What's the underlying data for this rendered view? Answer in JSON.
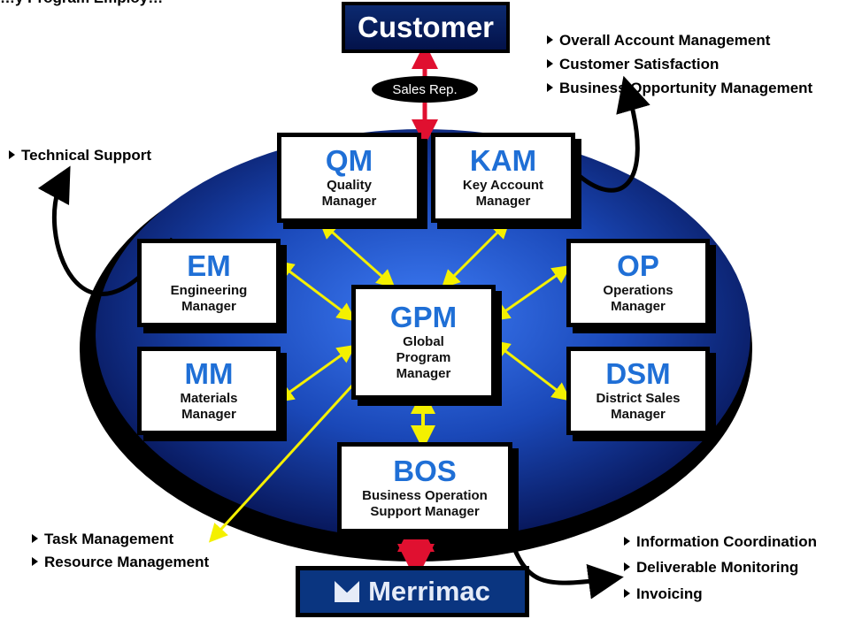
{
  "caption_partial": "…y  Program  Employ…",
  "customer": {
    "label": "Customer"
  },
  "sales_rep": {
    "label": "Sales  Rep."
  },
  "merrimac": {
    "label": "Merrimac"
  },
  "roles": {
    "qm": {
      "abbr": "QM",
      "line1": "Quality",
      "line2": "Manager"
    },
    "kam": {
      "abbr": "KAM",
      "line1": "Key Account",
      "line2": "Manager"
    },
    "em": {
      "abbr": "EM",
      "line1": "Engineering",
      "line2": "Manager"
    },
    "op": {
      "abbr": "OP",
      "line1": "Operations",
      "line2": "Manager"
    },
    "gpm": {
      "abbr": "GPM",
      "line1": "Global",
      "line2": "Program",
      "line3": "Manager"
    },
    "mm": {
      "abbr": "MM",
      "line1": "Materials",
      "line2": "Manager"
    },
    "dsm": {
      "abbr": "DSM",
      "line1": "District Sales",
      "line2": "Manager"
    },
    "bos": {
      "abbr": "BOS",
      "line1": "Business Operation",
      "line2": "Support Manager"
    }
  },
  "notes": {
    "kam_notes": [
      "Overall Account  Management",
      "Customer Satisfaction",
      "Business Opportunity Management"
    ],
    "em_notes": [
      "Technical Support"
    ],
    "gpm_notes": [
      "Task  Management",
      "Resource Management"
    ],
    "bos_notes": [
      "Information Coordination",
      "Deliverable Monitoring",
      "Invoicing"
    ]
  },
  "colors": {
    "ellipse_center": "#3d7bf5",
    "ellipse_edge": "#08185c",
    "role_abbr": "#1f6fd6",
    "gpm_arrow": "#f4f000",
    "customer_arrow": "#e01030"
  }
}
